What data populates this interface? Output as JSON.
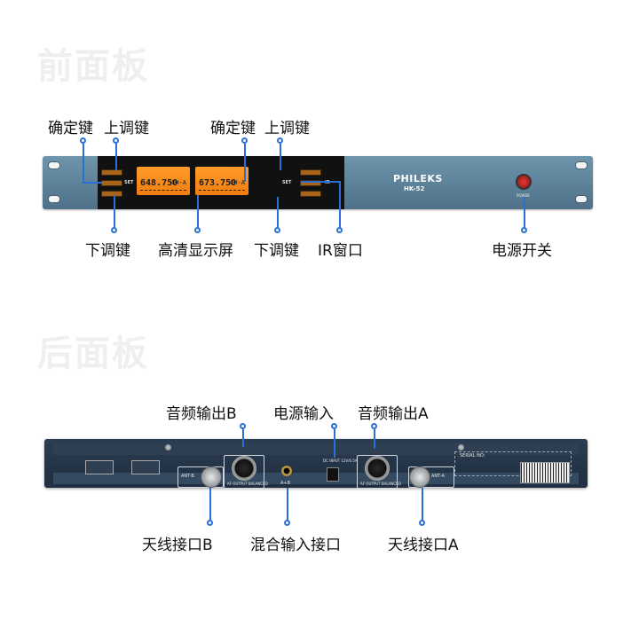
{
  "front": {
    "section_title": "前面板",
    "brand": "PHILEKS",
    "model": "HK-52",
    "lcd_left_freq": "648.750",
    "lcd_right_freq": "673.750",
    "lcd_ch": "CH-A",
    "set_label": "SET",
    "ir_label": "IR",
    "power_label": "POWER",
    "labels": {
      "confirm_left": "确定键",
      "up_left": "上调键",
      "confirm_right": "确定键",
      "up_right": "上调键",
      "down_left": "下调键",
      "display": "高清显示屏",
      "down_right": "下调键",
      "ir_window": "IR窗口",
      "power_switch": "电源开关"
    }
  },
  "back": {
    "section_title": "后面板",
    "ant_b": "ANT-B",
    "ant_a": "ANT-A",
    "a_b": "A+B",
    "af_output": "AF OUTPUT BALANCED",
    "dc_input": "DC INPUT 12V/0.5A",
    "serial_no": "SERIAL NO:",
    "labels": {
      "audio_out_b": "音频输出B",
      "power_input": "电源输入",
      "audio_out_a": "音频输出A",
      "antenna_b": "天线接口B",
      "mix_input": "混合输入接口",
      "antenna_a": "天线接口A"
    }
  },
  "colors": {
    "accent": "#2a6fd6",
    "front_panel": "#5f859d",
    "back_panel": "#26374a",
    "lcd": "#f7901c"
  }
}
